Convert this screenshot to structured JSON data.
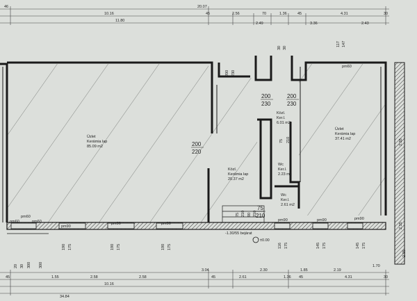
{
  "dims_top": {
    "t1": "46",
    "t2": "10.16",
    "t3": "20.07",
    "t4": "11.80",
    "t5": "45",
    "t6": "2.56",
    "t7": "70",
    "t8": "1.36",
    "t9": "45",
    "t10": "4.31",
    "t11": "30",
    "t12": "2.49",
    "t13": "3.36",
    "t14": "2.43"
  },
  "dims_bottom": {
    "b1": "20",
    "b2": "30",
    "b3": "300",
    "b4": "300",
    "b5": "3.04",
    "b6": "2.30",
    "b7": "1.85",
    "b8": "2.19",
    "b9": "1.70",
    "b10": "45",
    "b11": "1.55",
    "b12": "2.58",
    "b13": "2.58",
    "b14": "45",
    "b15": "2.61",
    "b16": "1.36",
    "b17": "45",
    "b18": "4.31",
    "b19": "30",
    "b20": "10.16",
    "b21": "34.84"
  },
  "rooms": {
    "r1_name": "Üzlet",
    "r1_floor": "Kerámia lap",
    "r1_area": "85.09 m2",
    "r2_name": "Üzlet",
    "r2_floor": "Kerámia lap",
    "r2_area": "37.41 m2",
    "r3_name": "Közl.",
    "r3_floor": "Kerámia lap",
    "r3_area": "20.37 m2",
    "r4_name": "Közl.",
    "r4_floor": "Ker.l.",
    "r4_area": "6.01 m2",
    "r5_name": "Wc",
    "r5_floor": "Ker.l.",
    "r5_area": "2.23 m2",
    "r6_name": "Wc",
    "r6_floor": "Ker.l.",
    "r6_area": "2.61 m2"
  },
  "openings": {
    "o1_top": "200",
    "o1_bot": "220",
    "o2_top": "200",
    "o2_bot": "230",
    "o3_top": "200",
    "o3_bot": "230",
    "o4_top": "75",
    "o4_bot": "210",
    "o5_top": "75",
    "o5_bot": "210",
    "o6_top": "75",
    "o6_bot": "210",
    "o7_top": "90",
    "o7_bot": "210",
    "o8_top": "200",
    "o8_bot": "230",
    "o9_top": "117",
    "o9_bot": "147",
    "o10_top": "30",
    "o10_bot": "30"
  },
  "windows": {
    "pm60_a": "pm60",
    "pm60_b": "pm60",
    "pm60_c": "pm60",
    "pm60_d": "pm60",
    "pm90_a": "pm90",
    "pm90_b": "pm90",
    "pm90_c": "pm90",
    "pm90_d": "pm90",
    "pm90_e": "pm90",
    "pm90_f": "pm90"
  },
  "sills": {
    "s1": "190",
    "s2": "175",
    "s3": "190",
    "s4": "175",
    "s5": "190",
    "s6": "175",
    "s7": "116",
    "s8": "175",
    "s9": "145",
    "s10": "175",
    "s11": "145",
    "s12": "175"
  },
  "entrance": {
    "level": "±0.00",
    "level_note": "-1.30/55 bejárat"
  },
  "right_strip": {
    "sc1": "2.35",
    "sc2": "2.35",
    "sc3": "2.35"
  }
}
